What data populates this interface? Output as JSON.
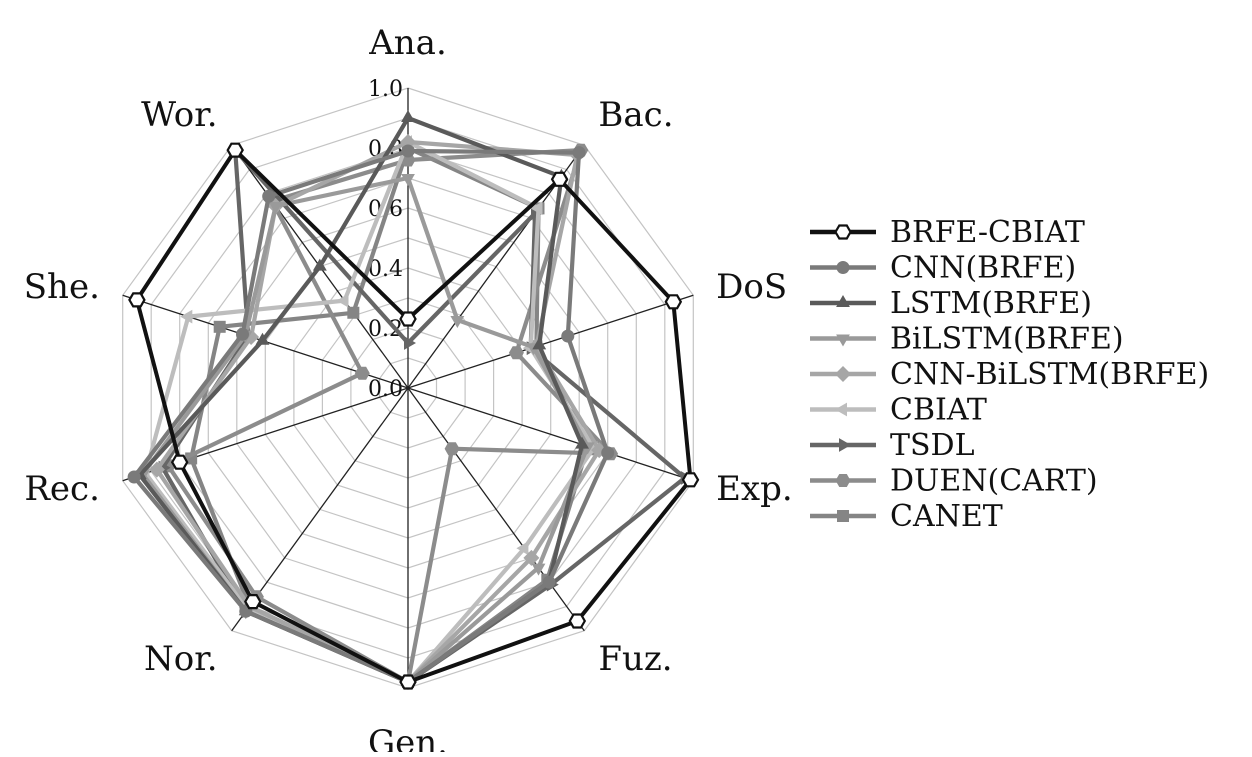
{
  "chart_data": {
    "type": "radar",
    "title": "",
    "axes": [
      "Ana.",
      "Bac.",
      "DoS",
      "Exp.",
      "Fuz.",
      "Gen.",
      "Nor.",
      "Rec.",
      "She.",
      "Wor."
    ],
    "range": [
      0,
      1.0
    ],
    "ticks": [
      "0.0",
      "0.2",
      "0.4",
      "0.6",
      "0.8",
      "1.0"
    ],
    "grid": true,
    "legend_position": "right",
    "series": [
      {
        "name": "BRFE-CBIAT",
        "marker": "hexagon-open",
        "color": "#111111",
        "values": [
          0.23,
          0.86,
          0.93,
          0.99,
          0.96,
          0.98,
          0.88,
          0.8,
          0.95,
          0.98
        ]
      },
      {
        "name": "CNN(BRFE)",
        "marker": "circle",
        "color": "#7a7a7a",
        "values": [
          0.79,
          0.97,
          0.56,
          0.7,
          0.8,
          0.98,
          0.92,
          0.96,
          0.58,
          0.79
        ]
      },
      {
        "name": "LSTM(BRFE)",
        "marker": "triangle-up",
        "color": "#5a5a5a",
        "values": [
          0.9,
          0.87,
          0.46,
          0.61,
          0.8,
          0.98,
          0.92,
          0.94,
          0.51,
          0.5
        ]
      },
      {
        "name": "BiLSTM(BRFE)",
        "marker": "triangle-down",
        "color": "#9a9a9a",
        "values": [
          0.7,
          0.28,
          0.44,
          0.63,
          0.74,
          0.98,
          0.92,
          0.93,
          0.57,
          0.75
        ]
      },
      {
        "name": "CNN-BiLSTM(BRFE)",
        "marker": "diamond",
        "color": "#a6a6a6",
        "values": [
          0.82,
          0.96,
          0.45,
          0.67,
          0.7,
          0.98,
          0.9,
          0.88,
          0.55,
          0.75
        ]
      },
      {
        "name": "CBIAT",
        "marker": "triangle-left",
        "color": "#bdbdbd",
        "values": [
          0.82,
          0.74,
          0.43,
          0.65,
          0.66,
          0.98,
          0.91,
          0.92,
          0.77,
          0.36
        ]
      },
      {
        "name": "TSDL",
        "marker": "triangle-right",
        "color": "#666666",
        "values": [
          0.15,
          0.72,
          0.43,
          0.97,
          0.81,
          0.98,
          0.92,
          0.86,
          0.56,
          0.98
        ]
      },
      {
        "name": "DUEN(CART)",
        "marker": "hexagon",
        "color": "#8c8c8c",
        "values": [
          0.76,
          0.98,
          0.38,
          0.71,
          0.25,
          0.98,
          0.86,
          0.84,
          0.16,
          0.77
        ]
      },
      {
        "name": "CANET",
        "marker": "square",
        "color": "#858585",
        "values": [
          0.8,
          0.74,
          0.45,
          0.63,
          0.79,
          0.98,
          0.9,
          0.76,
          0.66,
          0.31
        ]
      }
    ]
  }
}
